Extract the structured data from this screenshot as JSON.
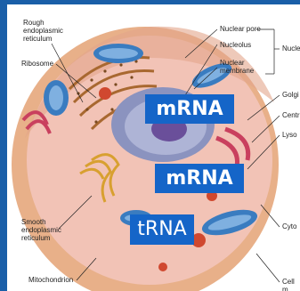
{
  "labels": {
    "rough_er": "Rough\nendoplasmic\nreticulum",
    "ribosome": "Ribosome",
    "smooth_er": "Smooth\nendoplasmic\nreticulum",
    "mitochondrion": "Mitochondrion",
    "nuclear_pore": "Nuclear pore",
    "nucleolus": "Nucleolus",
    "nuclear_membrane": "Nuclear\nmembrane",
    "nucleus_partial": "Nucle",
    "golgi_partial": "Golgi",
    "centrioles_partial": "Centr",
    "lysosome_partial": "Lyso",
    "cytoplasm_partial": "Cyto",
    "cell_membrane_partial": "Cell m"
  },
  "overlays": {
    "mrna_1": "mRNA",
    "mrna_2": "mRNA",
    "trna": "tRNA"
  },
  "colors": {
    "frame_blue": "#1a5fa8",
    "overlay_blue": "#1565c8",
    "cell_outer": "#e8b089",
    "cytoplasm": "#f2c3b6",
    "nucleus": "#9aa0c4",
    "mitochondrion": "#3a7cc0",
    "golgi": "#c9405e",
    "smooth_er": "#d8a030",
    "lysosome": "#d0482f"
  }
}
